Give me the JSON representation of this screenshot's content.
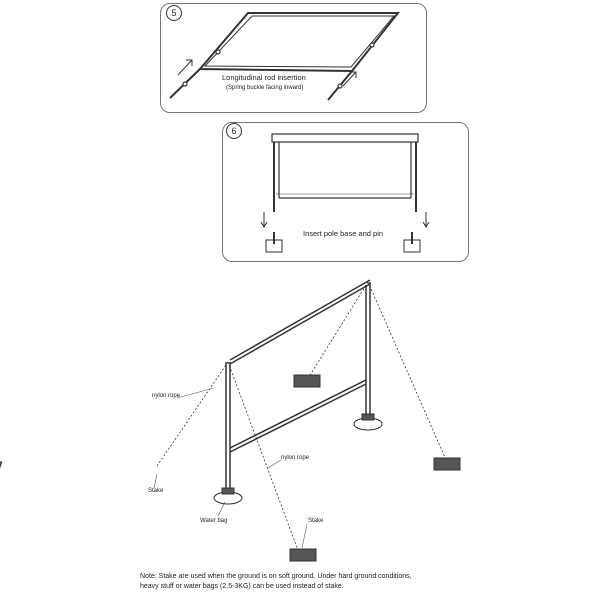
{
  "panels": [
    {
      "step": "5",
      "caption": "Longitudinal rod insertion",
      "subcaption": "(Spring buckle facing inward)"
    },
    {
      "step": "6",
      "caption": "Insert pole base and pin"
    }
  ],
  "labels": {
    "nylon_rope_left": "nylon rope",
    "nylon_rope_center": "nylon rope",
    "stake_left": "Stake",
    "stake_center": "Stake",
    "water_bag": "Water bag"
  },
  "note": {
    "line1": "Note: Stake are used when the ground is on soft ground. Under hard ground conditions,",
    "line2": "heavy stuff or water bags (2.5-3KG) can be used instead of stake."
  }
}
